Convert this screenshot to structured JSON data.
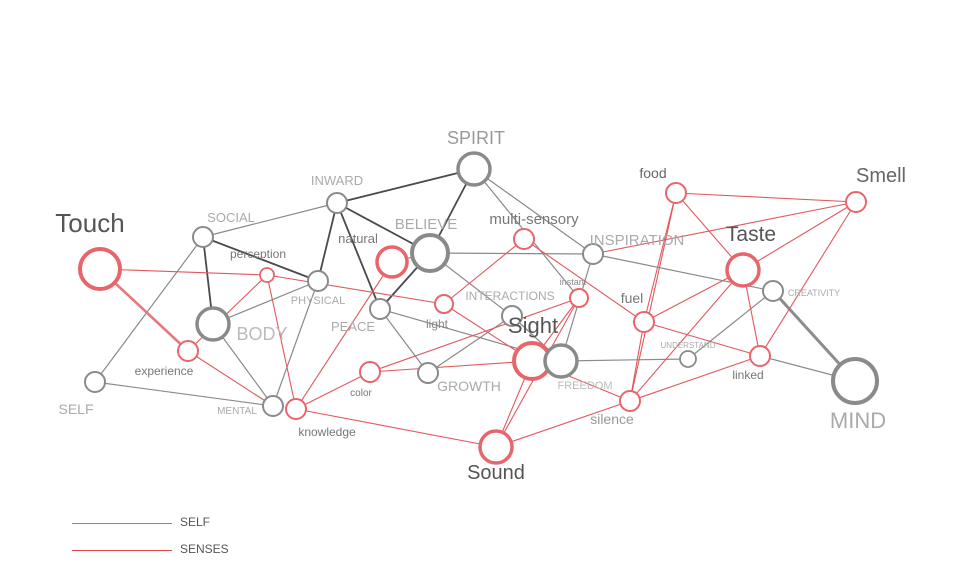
{
  "colors": {
    "self": "#8a8a8a",
    "senses": "#e2484e"
  },
  "legend": {
    "self_label": "SELF",
    "senses_label": "SENSES"
  },
  "nodes": [
    {
      "id": "touch",
      "label": "Touch",
      "group": "senses"
    },
    {
      "id": "sight",
      "label": "Sight",
      "group": "senses"
    },
    {
      "id": "sound",
      "label": "Sound",
      "group": "senses"
    },
    {
      "id": "taste",
      "label": "Taste",
      "group": "senses"
    },
    {
      "id": "smell",
      "label": "Smell",
      "group": "senses"
    },
    {
      "id": "food",
      "label": "food",
      "group": "senses"
    },
    {
      "id": "multisensory",
      "label": "multi-sensory",
      "group": "senses"
    },
    {
      "id": "natural",
      "label": "natural",
      "group": "senses"
    },
    {
      "id": "perception",
      "label": "perception",
      "group": "senses"
    },
    {
      "id": "light",
      "label": "light",
      "group": "senses"
    },
    {
      "id": "instant",
      "label": "instant",
      "group": "senses"
    },
    {
      "id": "fuel",
      "label": "fuel",
      "group": "senses"
    },
    {
      "id": "experience",
      "label": "experience",
      "group": "senses"
    },
    {
      "id": "color",
      "label": "color",
      "group": "senses"
    },
    {
      "id": "knowledge",
      "label": "knowledge",
      "group": "senses"
    },
    {
      "id": "silence",
      "label": "silence",
      "group": "senses"
    },
    {
      "id": "linked",
      "label": "linked",
      "group": "senses"
    },
    {
      "id": "spirit",
      "label": "SPIRIT",
      "group": "self"
    },
    {
      "id": "inward",
      "label": "INWARD",
      "group": "self"
    },
    {
      "id": "social",
      "label": "SOCIAL",
      "group": "self"
    },
    {
      "id": "believe",
      "label": "BELIEVE",
      "group": "self"
    },
    {
      "id": "inspiration",
      "label": "INSPIRATION",
      "group": "self"
    },
    {
      "id": "physical",
      "label": "PHYSICAL",
      "group": "self"
    },
    {
      "id": "body",
      "label": "BODY",
      "group": "self"
    },
    {
      "id": "peace",
      "label": "PEACE",
      "group": "self"
    },
    {
      "id": "interactions",
      "label": "INTERACTIONS",
      "group": "self"
    },
    {
      "id": "freedom",
      "label": "FREEDOM",
      "group": "self"
    },
    {
      "id": "growth",
      "label": "GROWTH",
      "group": "self"
    },
    {
      "id": "creativity",
      "label": "CREATIVITY",
      "group": "self"
    },
    {
      "id": "understand",
      "label": "UNDERSTAND",
      "group": "self"
    },
    {
      "id": "mind",
      "label": "MIND",
      "group": "self"
    },
    {
      "id": "self",
      "label": "SELF",
      "group": "self"
    },
    {
      "id": "mental",
      "label": "MENTAL",
      "group": "self"
    }
  ],
  "edges": [
    [
      "spirit",
      "inward",
      "self"
    ],
    [
      "spirit",
      "inspiration",
      "self"
    ],
    [
      "spirit",
      "believe",
      "self"
    ],
    [
      "spirit",
      "instant",
      "self"
    ],
    [
      "inward",
      "social",
      "self"
    ],
    [
      "inward",
      "physical",
      "self"
    ],
    [
      "inward",
      "peace",
      "self"
    ],
    [
      "inward",
      "believe",
      "self"
    ],
    [
      "social",
      "physical",
      "self"
    ],
    [
      "social",
      "body",
      "self"
    ],
    [
      "social",
      "self",
      "self"
    ],
    [
      "believe",
      "inspiration",
      "self"
    ],
    [
      "believe",
      "peace",
      "self"
    ],
    [
      "believe",
      "interactions",
      "self"
    ],
    [
      "physical",
      "body",
      "self"
    ],
    [
      "physical",
      "mental",
      "self"
    ],
    [
      "body",
      "mental",
      "self"
    ],
    [
      "peace",
      "freedom",
      "self"
    ],
    [
      "peace",
      "growth",
      "self"
    ],
    [
      "interactions",
      "freedom",
      "self"
    ],
    [
      "freedom",
      "inspiration",
      "self"
    ],
    [
      "growth",
      "interactions",
      "self"
    ],
    [
      "inspiration",
      "creativity",
      "self"
    ],
    [
      "self",
      "mental",
      "self"
    ],
    [
      "understand",
      "creativity",
      "self"
    ],
    [
      "understand",
      "freedom",
      "self"
    ],
    [
      "creativity",
      "mind",
      "self"
    ],
    [
      "linked",
      "mind",
      "self"
    ],
    [
      "touch",
      "perception",
      "senses"
    ],
    [
      "touch",
      "experience",
      "senses"
    ],
    [
      "perception",
      "light",
      "senses"
    ],
    [
      "perception",
      "knowledge",
      "senses"
    ],
    [
      "perception",
      "experience",
      "senses"
    ],
    [
      "experience",
      "mental",
      "senses"
    ],
    [
      "light",
      "sight",
      "senses"
    ],
    [
      "light",
      "multisensory",
      "senses"
    ],
    [
      "multisensory",
      "fuel",
      "senses"
    ],
    [
      "natural",
      "knowledge",
      "senses"
    ],
    [
      "natural",
      "believe",
      "senses"
    ],
    [
      "instant",
      "sight",
      "senses"
    ],
    [
      "instant",
      "color",
      "senses"
    ],
    [
      "instant",
      "sound",
      "senses"
    ],
    [
      "fuel",
      "taste",
      "senses"
    ],
    [
      "fuel",
      "silence",
      "senses"
    ],
    [
      "fuel",
      "linked",
      "senses"
    ],
    [
      "food",
      "smell",
      "senses"
    ],
    [
      "food",
      "taste",
      "senses"
    ],
    [
      "food",
      "fuel",
      "senses"
    ],
    [
      "food",
      "silence",
      "senses"
    ],
    [
      "taste",
      "smell",
      "senses"
    ],
    [
      "taste",
      "linked",
      "senses"
    ],
    [
      "taste",
      "silence",
      "senses"
    ],
    [
      "smell",
      "inspiration",
      "senses"
    ],
    [
      "smell",
      "linked",
      "senses"
    ],
    [
      "sight",
      "sound",
      "senses"
    ],
    [
      "sight",
      "silence",
      "senses"
    ],
    [
      "color",
      "sight",
      "senses"
    ],
    [
      "color",
      "knowledge",
      "senses"
    ],
    [
      "knowledge",
      "sound",
      "senses"
    ],
    [
      "sound",
      "silence",
      "senses"
    ],
    [
      "silence",
      "linked",
      "senses"
    ]
  ]
}
